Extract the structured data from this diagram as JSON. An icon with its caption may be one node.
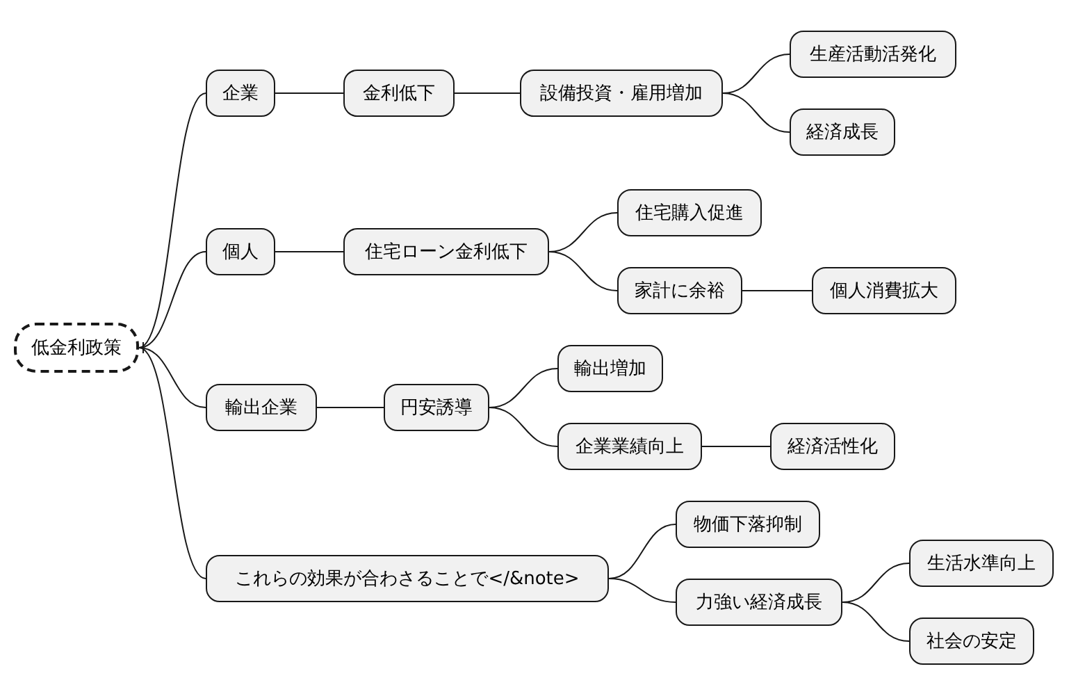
{
  "diagram": {
    "nodes": [
      {
        "text": [
          "低金利政策"
        ]
      },
      {
        "text": [
          "企業"
        ]
      },
      {
        "text": [
          "金利低下"
        ]
      },
      {
        "text": [
          "設備投資・雇用増加"
        ]
      },
      {
        "text": [
          "生産活動活発化"
        ]
      },
      {
        "text": [
          "経済成長"
        ]
      },
      {
        "text": [
          "個人"
        ]
      },
      {
        "text": [
          "住宅ローン金利低下"
        ]
      },
      {
        "text": [
          "住宅購入促進"
        ]
      },
      {
        "text": [
          "家計に余裕"
        ]
      },
      {
        "text": [
          "個人消費拡大"
        ]
      },
      {
        "text": [
          "輸出企業"
        ]
      },
      {
        "text": [
          "円安誘導"
        ]
      },
      {
        "text": [
          "輸出増加"
        ]
      },
      {
        "text": [
          "企業業績向上"
        ]
      },
      {
        "text": [
          "経済活性化"
        ]
      },
      {
        "text": [
          "これらの効果が合わさることで</&note>"
        ]
      },
      {
        "text": [
          "物価下落抑制"
        ]
      },
      {
        "text": [
          "力強い経済成長"
        ]
      },
      {
        "text": [
          "生活水準向上"
        ]
      },
      {
        "text": [
          "社会の安定"
        ]
      }
    ],
    "edges": [
      {
        "from": 0,
        "to": 1,
        "arrow": "none"
      },
      {
        "from": 1,
        "to": 2,
        "arrow": "none"
      },
      {
        "from": 2,
        "to": 3,
        "arrow": "none"
      },
      {
        "from": 3,
        "to": 4,
        "arrow": "none"
      },
      {
        "from": 3,
        "to": 5,
        "arrow": "none"
      },
      {
        "from": 0,
        "to": 6,
        "arrow": "none"
      },
      {
        "from": 6,
        "to": 7,
        "arrow": "none"
      },
      {
        "from": 7,
        "to": 8,
        "arrow": "none"
      },
      {
        "from": 7,
        "to": 9,
        "arrow": "none"
      },
      {
        "from": 9,
        "to": 10,
        "arrow": "none"
      },
      {
        "from": 0,
        "to": 11,
        "arrow": "none"
      },
      {
        "from": 11,
        "to": 12,
        "arrow": "none"
      },
      {
        "from": 12,
        "to": 13,
        "arrow": "none"
      },
      {
        "from": 12,
        "to": 14,
        "arrow": "none"
      },
      {
        "from": 14,
        "to": 15,
        "arrow": "none"
      },
      {
        "from": 0,
        "to": 16,
        "arrow": "none"
      },
      {
        "from": 16,
        "to": 17,
        "arrow": "none"
      },
      {
        "from": 16,
        "to": 18,
        "arrow": "none"
      },
      {
        "from": 18,
        "to": 19,
        "arrow": "none"
      },
      {
        "from": 18,
        "to": 20,
        "arrow": "none"
      }
    ]
  }
}
